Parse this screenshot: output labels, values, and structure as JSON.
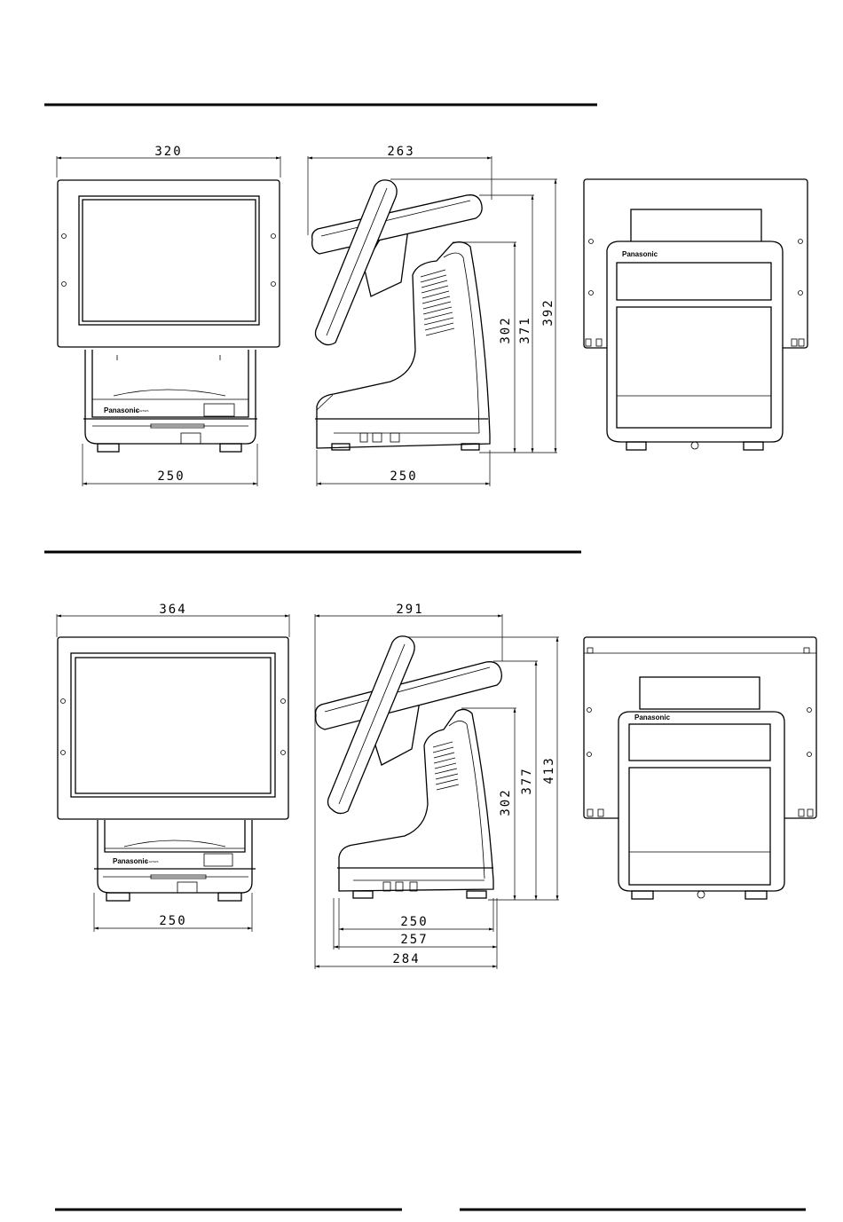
{
  "figure1": {
    "front": {
      "width_label": "320",
      "base_label": "250",
      "brand": "Panasonic",
      "model": "JS-925WS"
    },
    "side": {
      "width_label": "263",
      "base_label": "250",
      "heights": [
        "302",
        "371",
        "392"
      ]
    },
    "rear": {
      "brand": "Panasonic"
    }
  },
  "figure2": {
    "front": {
      "width_label": "364",
      "base_label": "250",
      "brand": "Panasonic",
      "model": "JS-925WS"
    },
    "side": {
      "width_label": "291",
      "depths": [
        "250",
        "257",
        "284"
      ],
      "heights": [
        "302",
        "377",
        "413"
      ]
    },
    "rear": {
      "brand": "Panasonic"
    }
  }
}
